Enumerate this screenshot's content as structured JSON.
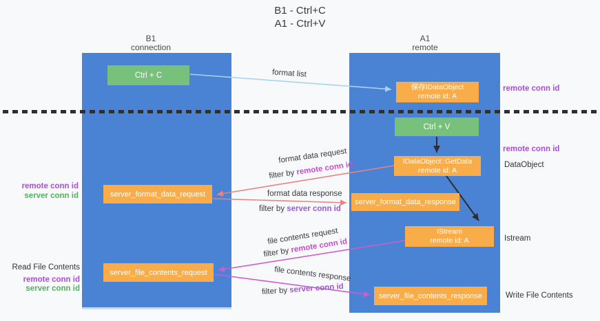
{
  "title": {
    "line1": "B1 - Ctrl+C",
    "line2": "A1 - Ctrl+V"
  },
  "columns": {
    "left": {
      "header_line1": "B1",
      "header_line2": "connection"
    },
    "right": {
      "header_line1": "A1",
      "header_line2": "remote"
    }
  },
  "nodes": {
    "ctrl_c": {
      "label": "Ctrl + C"
    },
    "save_idataobject": {
      "line1": "保存IDataObject",
      "line2": "remote id: A"
    },
    "ctrl_v": {
      "label": "Ctrl + V"
    },
    "getdata": {
      "line1": "IDataObject::GetData",
      "line2": "remote id: A"
    },
    "server_format_data_request": {
      "label": "server_format_data_request"
    },
    "server_format_data_response": {
      "label": "server_format_data_response"
    },
    "istream": {
      "line1": "IStream",
      "line2": "remote id: A"
    },
    "server_file_contents_request": {
      "label": "server_file_contents_request"
    },
    "server_file_contents_response": {
      "label": "server_file_contents_response"
    }
  },
  "edge_labels": {
    "format_list": "format list",
    "format_data_request": "format data request",
    "format_data_response": "format data response",
    "file_contents_request": "file contents request",
    "file_contents_response": "file contents response",
    "filter_by": "filter by ",
    "remote_conn_id": "remote conn id",
    "server_conn_id": "server conn id"
  },
  "side_labels": {
    "remote_conn_id": "remote conn id",
    "server_conn_id": "server conn id",
    "data_object": "DataObject",
    "istream": "Istream",
    "read_file_contents": "Read File Contents",
    "write_file_contents": "Write File Contents"
  },
  "colors": {
    "column_blue": "#4a82d4",
    "box_green": "#77c17c",
    "box_orange": "#f8ad4a",
    "purple_label": "#a94fd1",
    "green_label": "#53b25d",
    "magenta_inline": "#c44fc8",
    "violet_inline": "#9b59d6",
    "salmon_arrow": "#e8837f",
    "magenta_arrow": "#cb5ecb",
    "light_blue_arrow": "#a9d3f2",
    "black_arrow": "#2e2e2e"
  }
}
